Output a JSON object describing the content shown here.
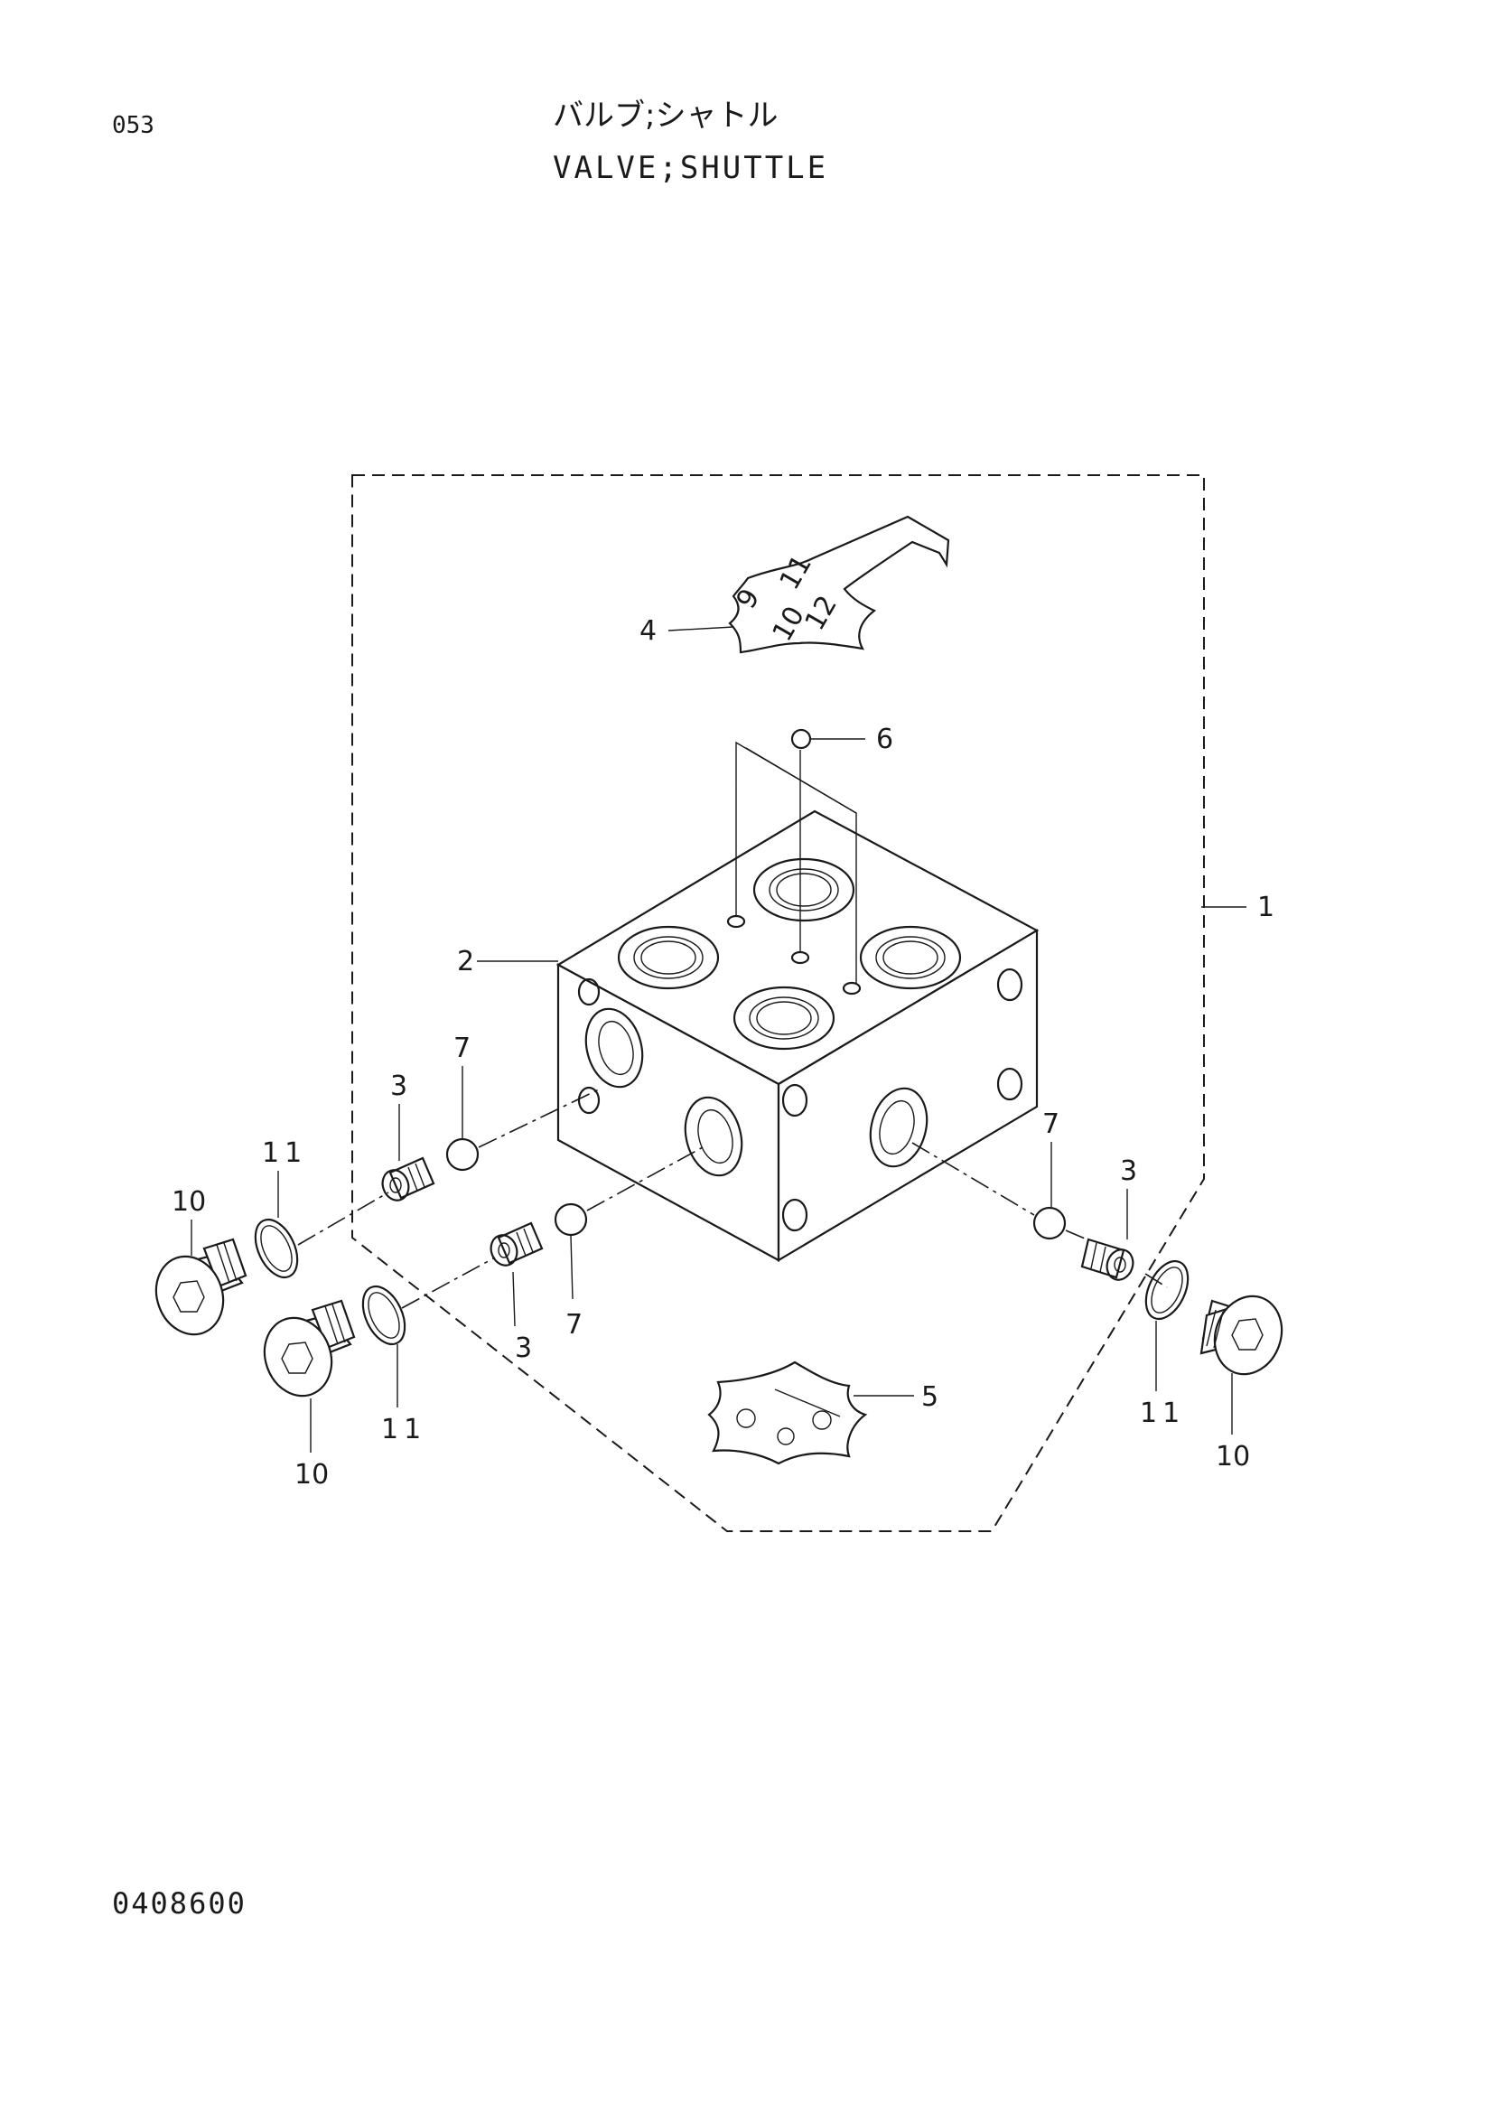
{
  "header": {
    "page_number": "053",
    "title_jp": "バルブ;シャトル",
    "title_en": "VALVE;SHUTTLE"
  },
  "footer": {
    "drawing_number": "0408600"
  },
  "tag_labels": {
    "tag_top": [
      "11",
      "9",
      "12",
      "10"
    ]
  },
  "callouts": {
    "assembly": "1",
    "valve_body": "2",
    "plug_left": "3",
    "plug_center": "3",
    "plug_right": "3",
    "tag_top": "4",
    "tag_bottom": "5",
    "ball_top": "6",
    "ball_left": "7",
    "ball_center": "7",
    "ball_right": "7",
    "cap_left": "10",
    "cap_center": "10",
    "cap_right": "10",
    "oring_left": "11",
    "oring_center": "11",
    "oring_right": "11"
  }
}
